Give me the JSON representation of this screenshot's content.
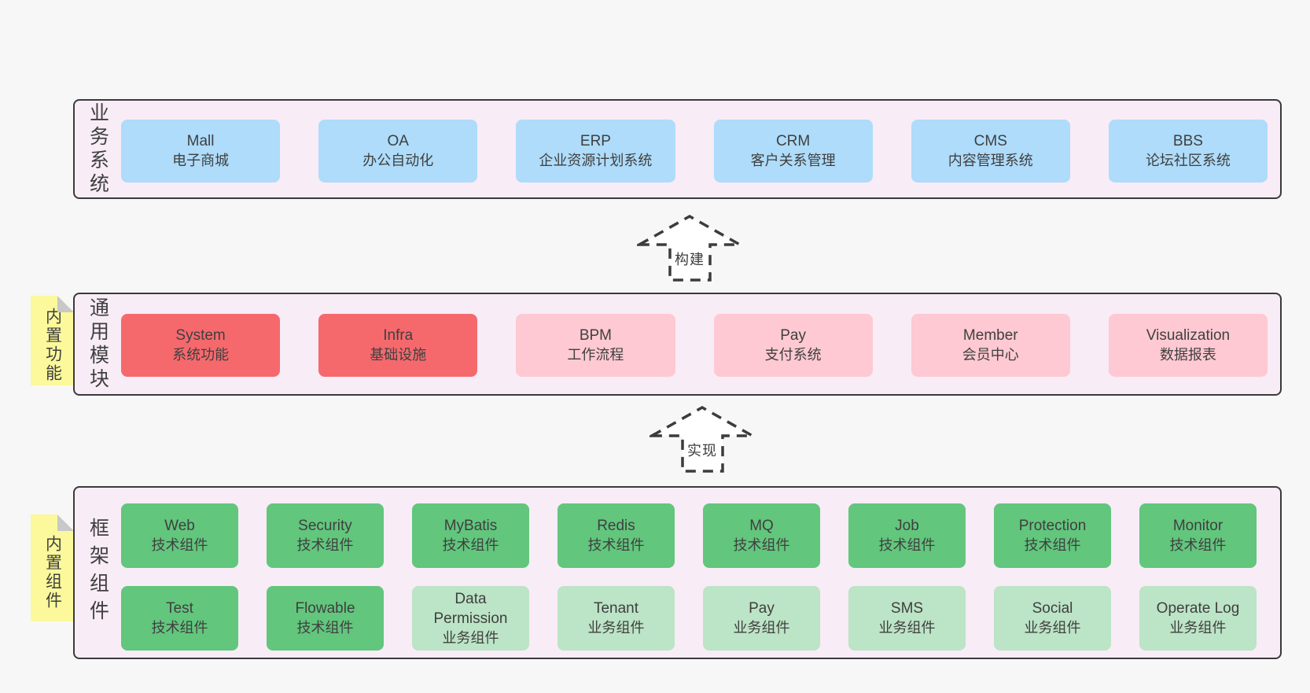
{
  "colors": {
    "page_bg": "#f7f7f7",
    "panel_bg": "#f8ecf6",
    "panel_border": "#3a3a3a",
    "box_blue": "#aedcfa",
    "box_red": "#f5696d",
    "box_pink": "#fec9d2",
    "box_green": "#62c67d",
    "box_lgreen": "#bce4c6",
    "note_yellow": "#fbf99b",
    "note_fold": "#c8c8c8",
    "text": "#3f3f3f",
    "arrow_stroke": "#3c3c3c"
  },
  "arrows": [
    {
      "label": "构建"
    },
    {
      "label": "实现"
    }
  ],
  "notes": [
    {
      "label": "内置功能"
    },
    {
      "label": "内置组件"
    }
  ],
  "layers": [
    {
      "label": "业务系统",
      "rows": [
        [
          {
            "title": "Mall",
            "subtitle": "电子商城",
            "variant": "blue"
          },
          {
            "title": "OA",
            "subtitle": "办公自动化",
            "variant": "blue"
          },
          {
            "title": "ERP",
            "subtitle": "企业资源计划系统",
            "variant": "blue"
          },
          {
            "title": "CRM",
            "subtitle": "客户关系管理",
            "variant": "blue"
          },
          {
            "title": "CMS",
            "subtitle": "内容管理系统",
            "variant": "blue"
          },
          {
            "title": "BBS",
            "subtitle": "论坛社区系统",
            "variant": "blue"
          }
        ]
      ]
    },
    {
      "label": "通用模块",
      "note": "内置功能",
      "rows": [
        [
          {
            "title": "System",
            "subtitle": "系统功能",
            "variant": "red"
          },
          {
            "title": "Infra",
            "subtitle": "基础设施",
            "variant": "red"
          },
          {
            "title": "BPM",
            "subtitle": "工作流程",
            "variant": "pink"
          },
          {
            "title": "Pay",
            "subtitle": "支付系统",
            "variant": "pink"
          },
          {
            "title": "Member",
            "subtitle": "会员中心",
            "variant": "pink"
          },
          {
            "title": "Visualization",
            "subtitle": "数据报表",
            "variant": "pink"
          }
        ]
      ]
    },
    {
      "label": "框架组件",
      "note": "内置组件",
      "rows": [
        [
          {
            "title": "Web",
            "subtitle": "技术组件",
            "variant": "green"
          },
          {
            "title": "Security",
            "subtitle": "技术组件",
            "variant": "green"
          },
          {
            "title": "MyBatis",
            "subtitle": "技术组件",
            "variant": "green"
          },
          {
            "title": "Redis",
            "subtitle": "技术组件",
            "variant": "green"
          },
          {
            "title": "MQ",
            "subtitle": "技术组件",
            "variant": "green"
          },
          {
            "title": "Job",
            "subtitle": "技术组件",
            "variant": "green"
          },
          {
            "title": "Protection",
            "subtitle": "技术组件",
            "variant": "green"
          },
          {
            "title": "Monitor",
            "subtitle": "技术组件",
            "variant": "green"
          }
        ],
        [
          {
            "title": "Test",
            "subtitle": "技术组件",
            "variant": "green"
          },
          {
            "title": "Flowable",
            "subtitle": "技术组件",
            "variant": "green"
          },
          {
            "title": "Data Permission",
            "subtitle": "业务组件",
            "variant": "lgreen"
          },
          {
            "title": "Tenant",
            "subtitle": "业务组件",
            "variant": "lgreen"
          },
          {
            "title": "Pay",
            "subtitle": "业务组件",
            "variant": "lgreen"
          },
          {
            "title": "SMS",
            "subtitle": "业务组件",
            "variant": "lgreen"
          },
          {
            "title": "Social",
            "subtitle": "业务组件",
            "variant": "lgreen"
          },
          {
            "title": "Operate Log",
            "subtitle": "业务组件",
            "variant": "lgreen"
          }
        ]
      ]
    }
  ]
}
